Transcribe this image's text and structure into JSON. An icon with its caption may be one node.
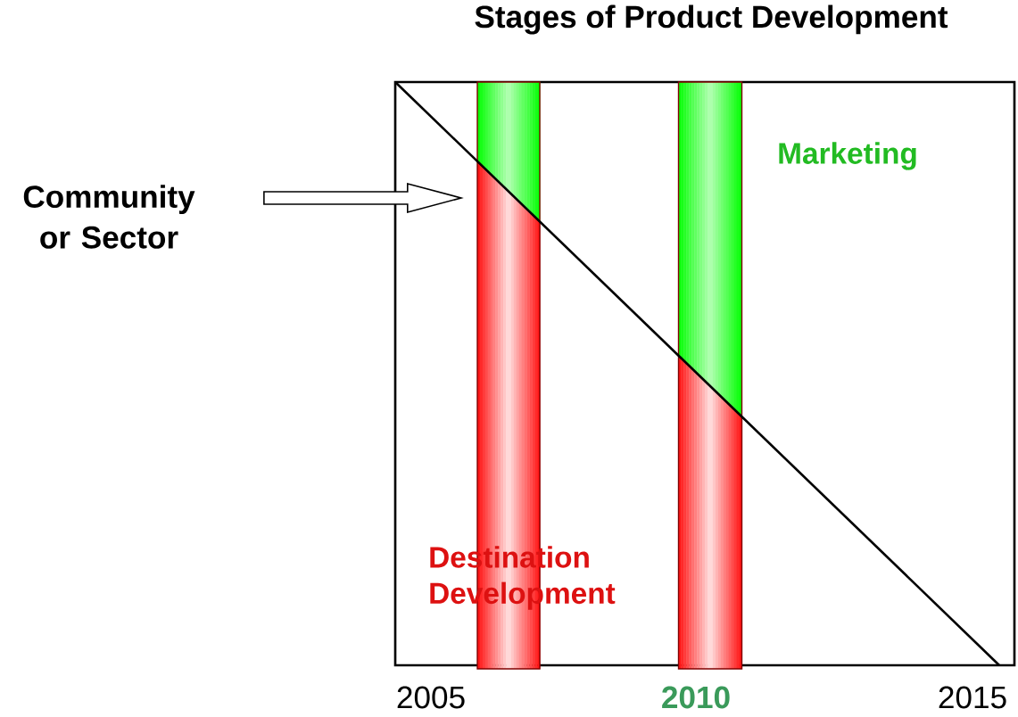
{
  "diagram": {
    "title": "Stages of Product Development",
    "nodes": [
      {
        "text": [
          "Community or Sector"
        ]
      },
      {
        "text": [],
        "shape": "box"
      },
      {
        "text": [],
        "shape": "bar",
        "in": 1
      },
      {
        "text": [],
        "shape": "bar",
        "in": 1
      }
    ],
    "edges": [
      {
        "from": 0,
        "to": 2,
        "arrow": "to"
      }
    ],
    "labels": [
      "Marketing",
      "Destination Development",
      "2005",
      "2010",
      "2015"
    ]
  }
}
